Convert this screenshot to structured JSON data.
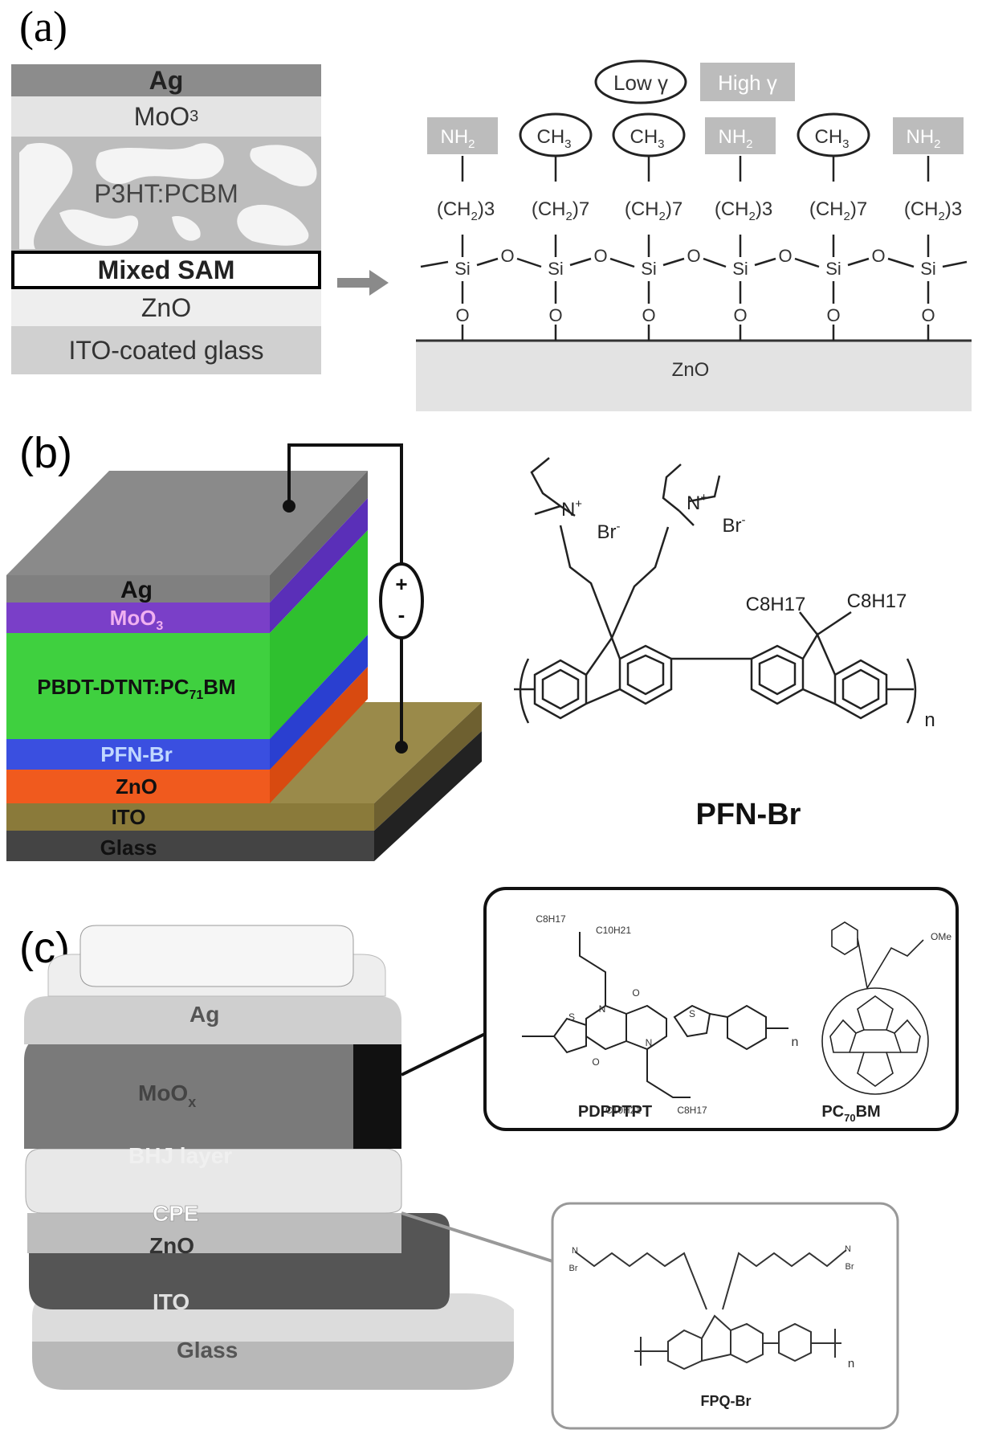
{
  "panels": {
    "a": "(a)",
    "b": "(b)",
    "c": "(c)"
  },
  "panel_a": {
    "layers": {
      "ag": "Ag",
      "moo3": "MoO",
      "moo3_sub": "3",
      "p3ht": "P3HT:PCBM",
      "sam": "Mixed SAM",
      "zno": "ZnO",
      "ito": "ITO-coated glass"
    },
    "legend": {
      "low": "Low γ",
      "high": "High γ"
    },
    "headgroups": {
      "nh2": "NH",
      "nh2_sub": "2",
      "ch3": "CH",
      "ch3_sub": "3"
    },
    "chains": {
      "c3": "(CH",
      "c3_sub": "2",
      "c3_tail": ")3",
      "c7_tail": ")7"
    },
    "si": "Si",
    "o": "O",
    "substrate": "ZnO"
  },
  "panel_b": {
    "layers": {
      "ag": "Ag",
      "moo3": "MoO",
      "moo3_sub": "3",
      "active": "PBDT-DTNT:PC",
      "active_sub": "71",
      "active_tail": "BM",
      "pfn": "PFN-Br",
      "zno": "ZnO",
      "ito": "ITO",
      "glass": "Glass"
    },
    "plus": "+",
    "minus": "-",
    "chem": {
      "n": "N",
      "plus": "+",
      "br": "Br",
      "minus": "-",
      "c8h17": "C8H17",
      "rep": "n"
    },
    "name": "PFN-Br"
  },
  "panel_c": {
    "layers": {
      "ag": "Ag",
      "moox": "MoO",
      "moox_sub": "x",
      "bhj": "BHJ layer",
      "cpe": "CPE",
      "zno": "ZnO",
      "ito": "ITO",
      "glass": "Glass"
    },
    "box1": {
      "poly": "PDPPTPT",
      "pcbm": "PC",
      "pcbm_sub": "70",
      "pcbm_tail": "BM",
      "c8h17": "C8H17",
      "c10h21": "C10H21",
      "ome": "OMe",
      "o": "O",
      "n": "N",
      "s": "S",
      "rep": "n"
    },
    "box2": {
      "name": "FPQ-Br",
      "br": "Br",
      "n": "N",
      "rep": "n"
    }
  },
  "colors": {
    "ag_b": "#7f7f7f",
    "moo3_b": "#7a3fc8",
    "active_b": "#3fd03f",
    "pfn_b": "#3a4fe0",
    "zno_b": "#f05a1e",
    "ito_b": "#8a7a3a",
    "glass_b": "#444444"
  }
}
